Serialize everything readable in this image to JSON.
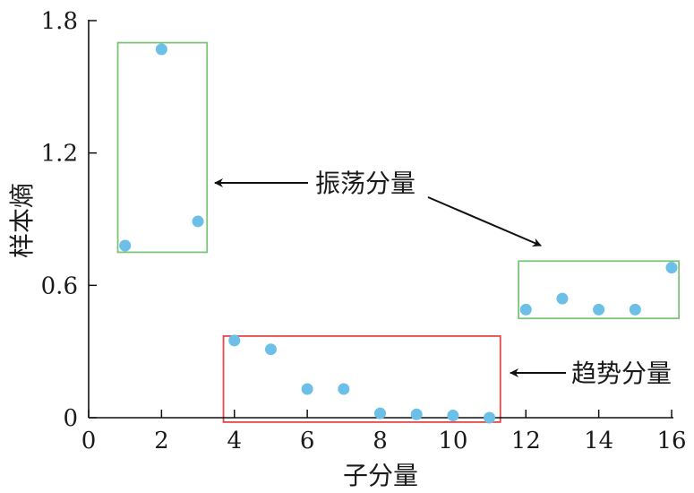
{
  "chart_data": {
    "type": "scatter",
    "title": "",
    "xlabel": "子分量",
    "ylabel": "样本熵",
    "xlim": [
      0,
      16
    ],
    "ylim": [
      0,
      1.8
    ],
    "xticks": [
      0,
      2,
      4,
      6,
      8,
      10,
      12,
      14,
      16
    ],
    "yticks": [
      0,
      0.6,
      1.2,
      1.8
    ],
    "ytick_labels": [
      "0",
      "0.6",
      "1.2",
      "1.8"
    ],
    "grid": false,
    "point_color": "#6cbfe6",
    "points": [
      {
        "x": 1,
        "y": 0.78
      },
      {
        "x": 2,
        "y": 1.67
      },
      {
        "x": 3,
        "y": 0.89
      },
      {
        "x": 4,
        "y": 0.35
      },
      {
        "x": 5,
        "y": 0.31
      },
      {
        "x": 6,
        "y": 0.13
      },
      {
        "x": 7,
        "y": 0.13
      },
      {
        "x": 8,
        "y": 0.02
      },
      {
        "x": 9,
        "y": 0.015
      },
      {
        "x": 10,
        "y": 0.01
      },
      {
        "x": 11,
        "y": 0.0
      },
      {
        "x": 12,
        "y": 0.49
      },
      {
        "x": 13,
        "y": 0.54
      },
      {
        "x": 14,
        "y": 0.49
      },
      {
        "x": 15,
        "y": 0.49
      },
      {
        "x": 16,
        "y": 0.68
      }
    ],
    "groups": [
      {
        "label": "振荡分量",
        "color": "#7dc47a",
        "x_range": [
          0.8,
          3.25
        ],
        "y_range": [
          0.75,
          1.7
        ]
      },
      {
        "label": "振荡分量",
        "color": "#7dc47a",
        "x_range": [
          11.8,
          16.2
        ],
        "y_range": [
          0.45,
          0.71
        ]
      },
      {
        "label": "趋势分量",
        "color": "#e04a4a",
        "x_range": [
          3.7,
          11.3
        ],
        "y_range": [
          -0.02,
          0.37
        ]
      }
    ],
    "annotations": [
      {
        "text": "振荡分量",
        "targets": [
          "group-1",
          "group-2"
        ]
      },
      {
        "text": "趋势分量",
        "targets": [
          "group-3"
        ]
      }
    ]
  }
}
